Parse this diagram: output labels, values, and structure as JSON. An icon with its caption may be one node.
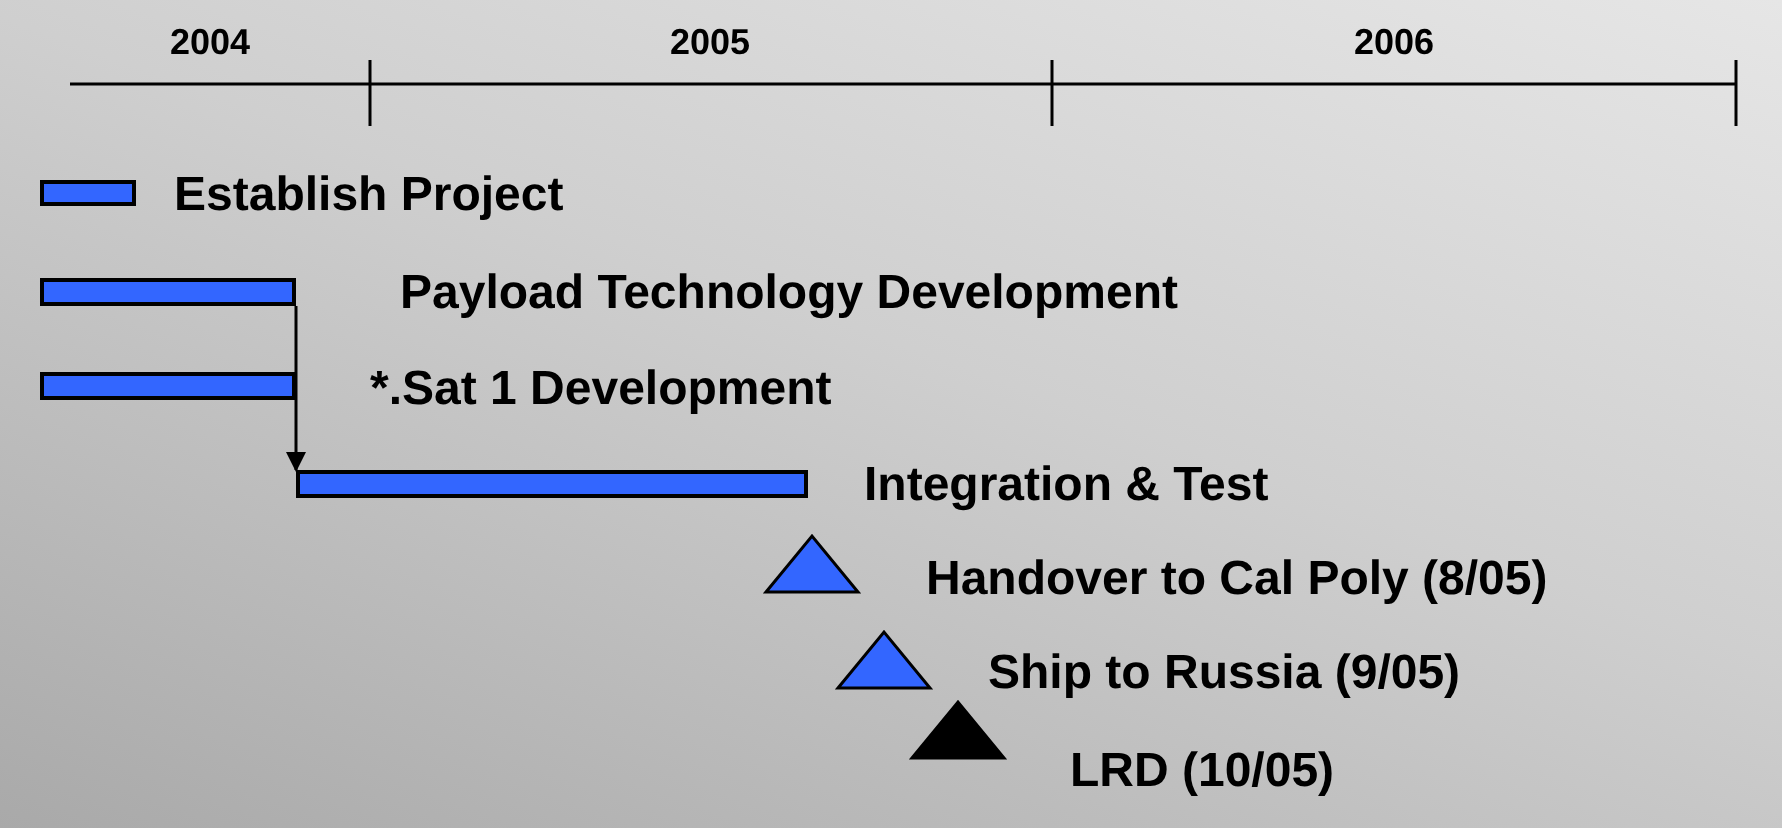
{
  "diagram": {
    "nodes": [
      {
        "text": [],
        "shape": "bar",
        "beside": [
          "Establish Project"
        ]
      },
      {
        "text": [],
        "shape": "bar",
        "beside": [
          "Payload Technology Development"
        ]
      },
      {
        "text": [],
        "shape": "bar",
        "beside": [
          "*.Sat 1 Development"
        ]
      },
      {
        "text": [],
        "shape": "bar"
      },
      {
        "text": [],
        "shape": "triangle"
      },
      {
        "text": [],
        "shape": "triangle"
      },
      {
        "text": [],
        "shape": "triangle",
        "beside": [
          "LRD (10/05)"
        ]
      }
    ],
    "edges": [
      {
        "from": 1,
        "to": 3,
        "arrow": "to"
      }
    ],
    "labels": [
      "2004",
      "2005",
      "2006",
      "Integration & Test",
      "Handover to Cal Poly (8/05)",
      "Ship to Russia (9/05)"
    ]
  }
}
